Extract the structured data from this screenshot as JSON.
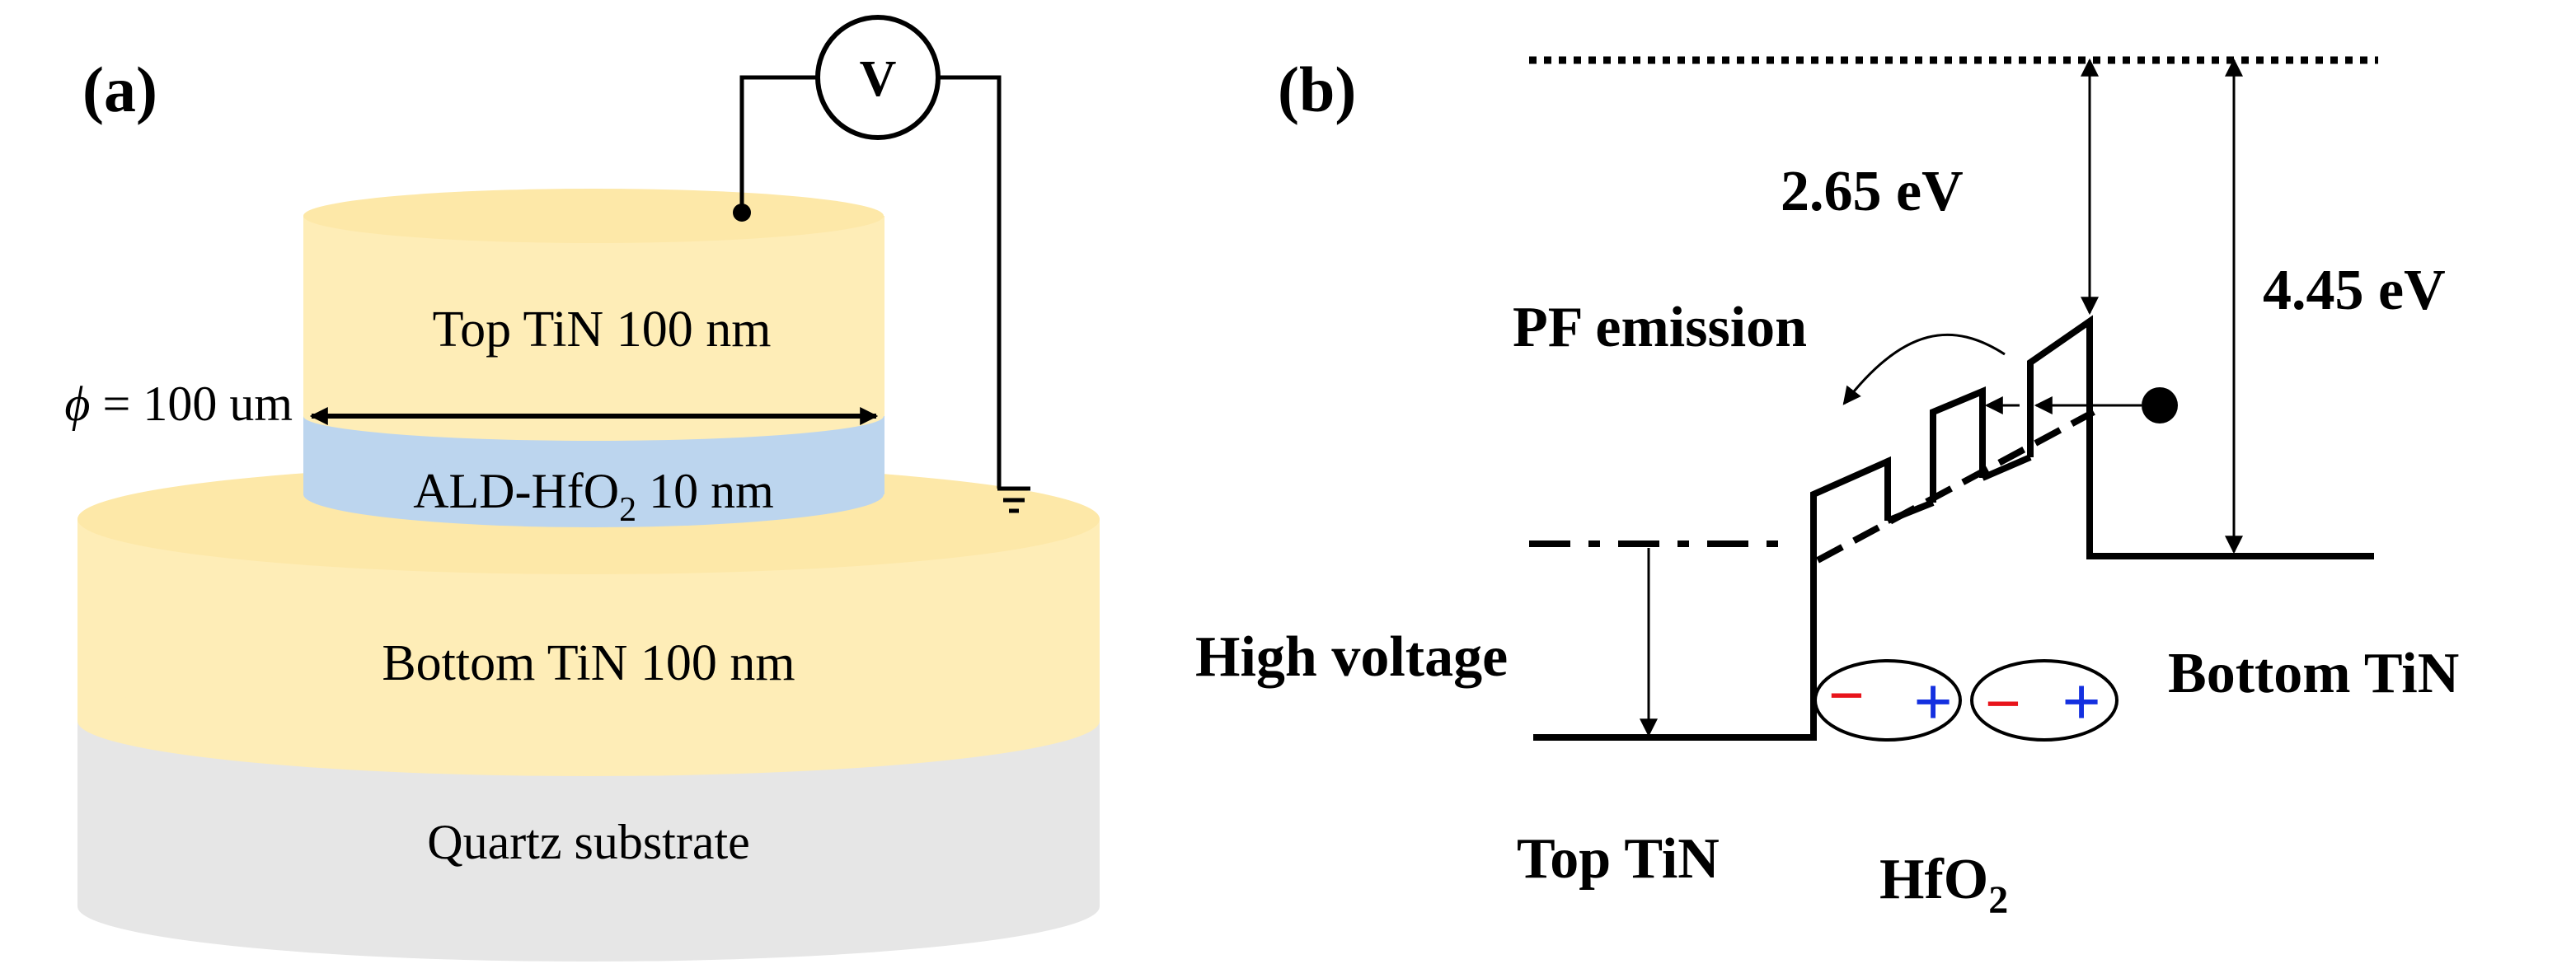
{
  "panel_a": {
    "label": "(a)",
    "voltmeter": "V",
    "diameter_prefix": "ϕ",
    "diameter_value": " = 100 um",
    "top_electrode": "Top TiN 100 nm",
    "dielectric_prefix": "ALD-HfO",
    "dielectric_sub": "2",
    "dielectric_suffix": " 10 nm",
    "bottom_electrode": "Bottom TiN 100 nm",
    "substrate": "Quartz substrate"
  },
  "panel_b": {
    "label": "(b)",
    "barrier_top": "2.65 eV",
    "barrier_bottom": "4.45 eV",
    "mechanism": "PF emission",
    "bias": "High voltage",
    "left_electrode": "Top TiN",
    "right_electrode": "Bottom TiN",
    "dielectric_main": "HfO",
    "dielectric_sub": "2",
    "minus_sign": "−",
    "plus_sign": "+"
  },
  "colors": {
    "electrode_fill": "#FEEDB7",
    "electrode_shade": "#FDE19A",
    "dielectric_fill": "#BCD5EE",
    "substrate_fill": "#E6E6E6",
    "negative_charge": "#E8141B",
    "positive_charge": "#1430E0",
    "line": "#000000"
  }
}
